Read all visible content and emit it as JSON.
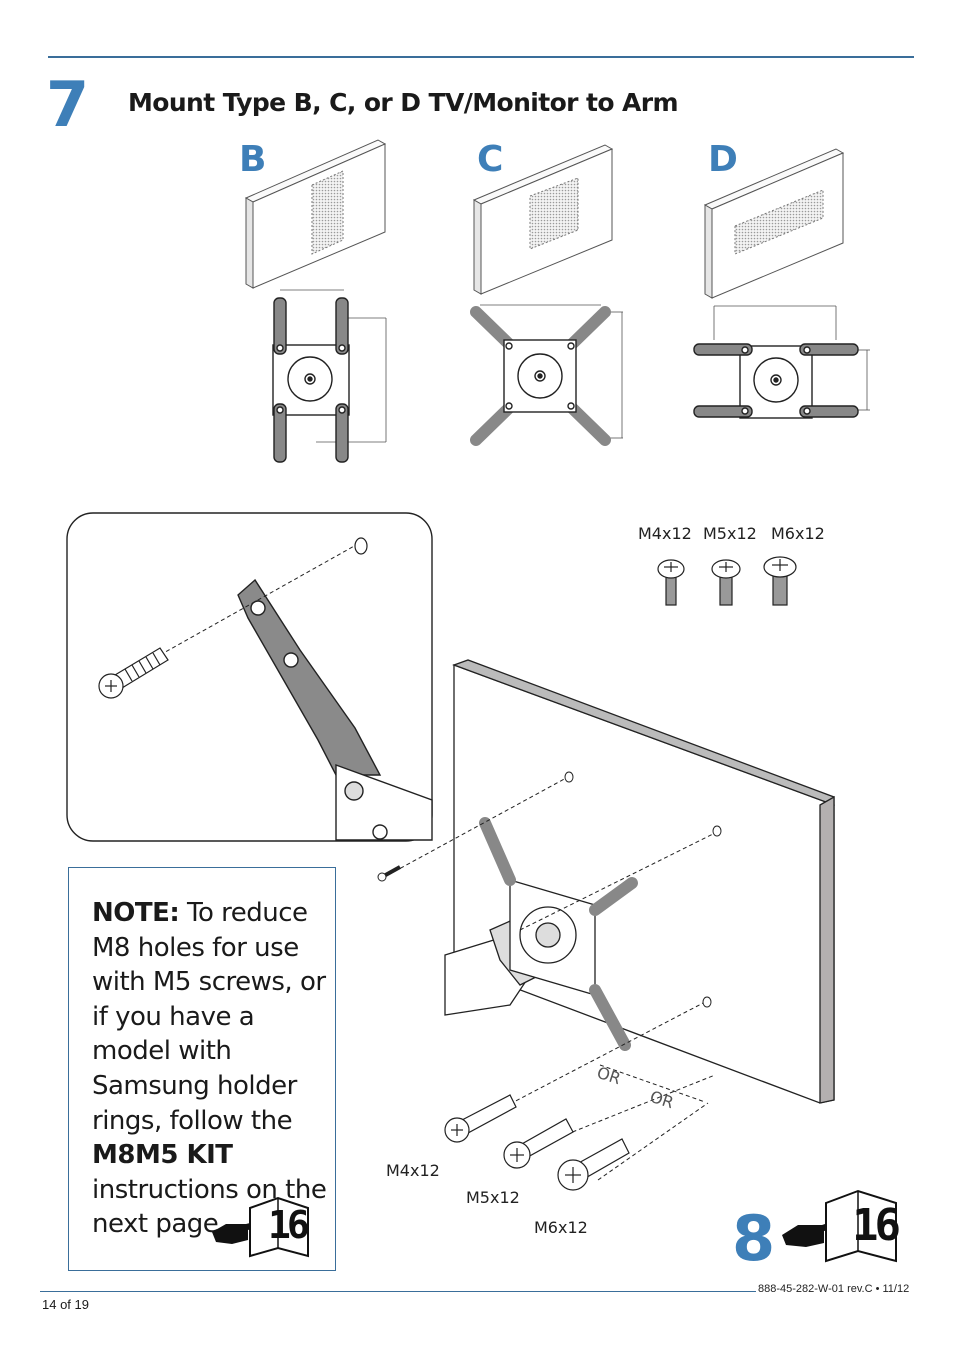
{
  "header": {
    "step_number": "7",
    "title": "Mount Type B, C, or D TV/Monitor to Arm"
  },
  "mount_types": {
    "b": "B",
    "c": "C",
    "d": "D"
  },
  "screw_legend": {
    "m4": "M4x12",
    "m5": "M5x12",
    "m6": "M6x12"
  },
  "assembly": {
    "or_1": "OR",
    "or_2": "OR",
    "label_m4": "M4x12",
    "label_m5": "M5x12",
    "label_m6": "M6x12"
  },
  "note": {
    "lead": "NOTE:",
    "text_1": " To reduce M8 holes for use with M5 screws, or if you have a model with Samsung holder rings, follow the ",
    "kit": "M8M5 KIT",
    "text_2": " instructions on the next page.",
    "ref_page": "16"
  },
  "next_step": {
    "number": "8",
    "ref_page": "16"
  },
  "footer": {
    "page": "14 of 19",
    "doc_id": "888-45-282-W-01 rev.C • 11/12"
  },
  "colors": {
    "accent": "#3e7fb8",
    "rule": "#3a6e9a"
  }
}
